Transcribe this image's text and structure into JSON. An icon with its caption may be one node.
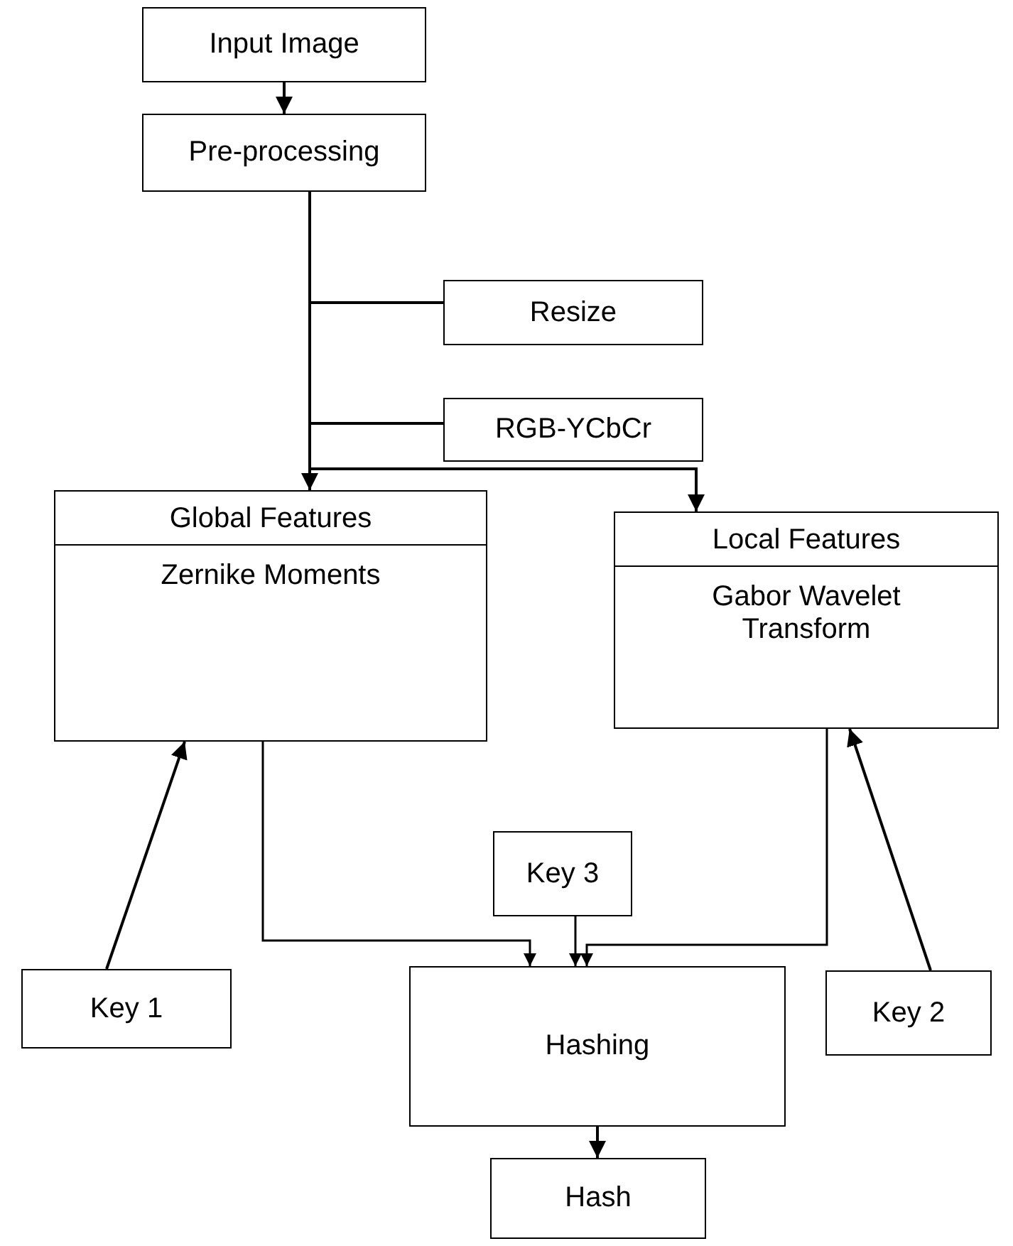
{
  "diagram": {
    "nodes": [
      {
        "text": [
          "Input Image"
        ]
      },
      {
        "text": [
          "Pre-processing"
        ]
      },
      {
        "text": [
          "Resize"
        ]
      },
      {
        "text": [
          "RGB-YCbCr"
        ]
      },
      {
        "text": [
          "Global Features",
          "Zernike Moments"
        ]
      },
      {
        "text": [
          "Local Features",
          "Gabor Wavelet Transform"
        ]
      },
      {
        "text": [
          "Key 3"
        ]
      },
      {
        "text": [
          "Key 1"
        ]
      },
      {
        "text": [
          "Key 2"
        ]
      },
      {
        "text": [
          "Hashing"
        ]
      },
      {
        "text": [
          "Hash"
        ]
      }
    ],
    "edges": [
      {
        "from": 0,
        "to": 1,
        "arrow": "to"
      },
      {
        "from": 1,
        "to": 2,
        "arrow": "none"
      },
      {
        "from": 1,
        "to": 3,
        "arrow": "none"
      },
      {
        "from": 1,
        "to": 4,
        "arrow": "to"
      },
      {
        "from": 1,
        "to": 5,
        "arrow": "to"
      },
      {
        "from": 7,
        "to": 4,
        "arrow": "to"
      },
      {
        "from": 8,
        "to": 5,
        "arrow": "to"
      },
      {
        "from": 6,
        "to": 9,
        "arrow": "to"
      },
      {
        "from": 4,
        "to": 9,
        "arrow": "to"
      },
      {
        "from": 5,
        "to": 9,
        "arrow": "to"
      },
      {
        "from": 9,
        "to": 10,
        "arrow": "to"
      }
    ]
  }
}
